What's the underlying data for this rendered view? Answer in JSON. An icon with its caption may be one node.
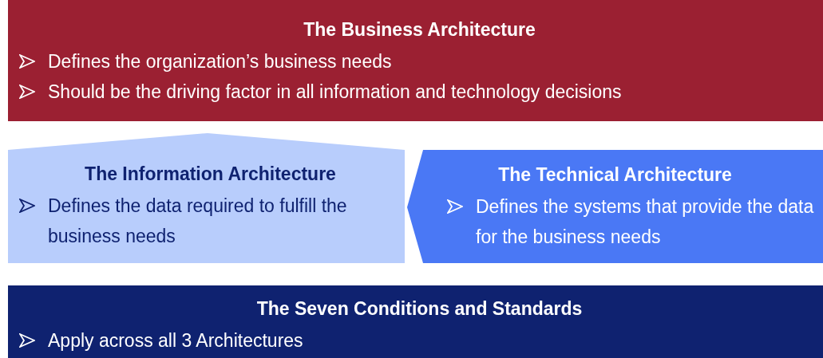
{
  "diagram": {
    "nodes": [
      {
        "text": [
          "The Business Architecture",
          "Defines the organization’s business needs",
          "Should be the driving factor in all information and technology decisions"
        ]
      },
      {
        "text": [
          "The Information Architecture",
          "Defines the data required to fulfill the business needs"
        ]
      },
      {
        "text": [
          "The Technical Architecture",
          "Defines the systems that provide the data for the business needs"
        ]
      },
      {
        "text": [
          "The Seven Conditions and Standards",
          "Apply across all 3 Architectures"
        ]
      }
    ]
  }
}
